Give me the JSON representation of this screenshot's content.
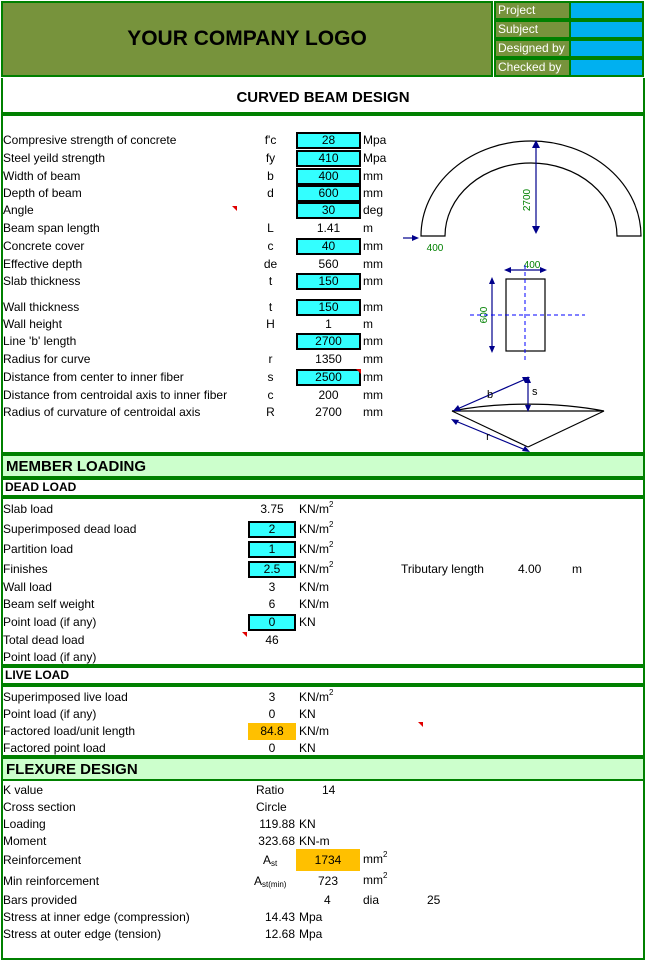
{
  "header": {
    "logo": "YOUR COMPANY LOGO",
    "meta": [
      {
        "label": "Project",
        "value": ""
      },
      {
        "label": "Subject",
        "value": ""
      },
      {
        "label": "Designed by",
        "value": ""
      },
      {
        "label": "Checked by",
        "value": ""
      }
    ],
    "title": "CURVED BEAM DESIGN"
  },
  "inputs": [
    {
      "label": "Compresive strength of concrete",
      "sym": "f'c",
      "value": "28",
      "unit": "Mpa",
      "editable": true
    },
    {
      "label": "Steel yeild strength",
      "sym": "fy",
      "value": "410",
      "unit": "Mpa",
      "editable": true
    },
    {
      "label": "Width of beam",
      "sym": "b",
      "value": "400",
      "unit": "mm",
      "editable": true
    },
    {
      "label": "Depth of beam",
      "sym": "d",
      "value": "600",
      "unit": "mm",
      "editable": true
    },
    {
      "label": "Angle",
      "sym": "",
      "value": "30",
      "unit": "deg",
      "editable": true
    },
    {
      "label": "Beam span length",
      "sym": "L",
      "value": "1.41",
      "unit": "m",
      "editable": false
    },
    {
      "label": "Concrete cover",
      "sym": "c",
      "value": "40",
      "unit": "mm",
      "editable": true
    },
    {
      "label": "Effective depth",
      "sym": "de",
      "value": "560",
      "unit": "mm",
      "editable": false
    },
    {
      "label": "Slab thickness",
      "sym": "t",
      "value": "150",
      "unit": "mm",
      "editable": true
    },
    {
      "label": "Wall thickness",
      "sym": "t",
      "value": "150",
      "unit": "mm",
      "editable": true
    },
    {
      "label": "Wall height",
      "sym": "H",
      "value": "1",
      "unit": "m",
      "editable": false
    },
    {
      "label": "Line 'b' length",
      "sym": "",
      "value": "2700",
      "unit": "mm",
      "editable": true
    },
    {
      "label": "Radius for curve",
      "sym": "r",
      "value": "1350",
      "unit": "mm",
      "editable": false
    },
    {
      "label": "Distance from center to inner fiber",
      "sym": "s",
      "value": "2500",
      "unit": "mm",
      "editable": true
    },
    {
      "label": "Distance from centroidal axis to inner fiber",
      "sym": "c",
      "value": "200",
      "unit": "mm",
      "editable": false
    },
    {
      "label": "Radius of curvature of centroidal axis",
      "sym": "R",
      "value": "2700",
      "unit": "mm",
      "editable": false
    }
  ],
  "diagram": {
    "arch_height": "2700",
    "arch_width": "400",
    "section_width": "400",
    "section_depth": "600",
    "seg_b": "b",
    "seg_s": "s",
    "seg_r": "r"
  },
  "member_loading": {
    "title": "MEMBER LOADING",
    "dead_title": "DEAD LOAD",
    "dead": [
      {
        "label": "Slab load",
        "value": "3.75",
        "unit": "KN/m",
        "sup": "2",
        "editable": false
      },
      {
        "label": "Superimposed dead load",
        "value": "2",
        "unit": "KN/m",
        "sup": "2",
        "editable": true
      },
      {
        "label": "Partition load",
        "value": "1",
        "unit": "KN/m",
        "sup": "2",
        "editable": true
      },
      {
        "label": "Finishes",
        "value": "2.5",
        "unit": "KN/m",
        "sup": "2",
        "editable": true
      },
      {
        "label": "Wall load",
        "value": "3",
        "unit": "KN/m",
        "sup": "",
        "editable": false
      },
      {
        "label": "Beam self weight",
        "value": "6",
        "unit": "KN/m",
        "sup": "",
        "editable": false
      },
      {
        "label": "Point load (if any)",
        "value": "0",
        "unit": "KN",
        "sup": "",
        "editable": true
      },
      {
        "label": "Total dead load",
        "value": "46",
        "unit": "",
        "sup": "",
        "editable": false
      },
      {
        "label": "Point load (if any)",
        "value": "",
        "unit": "",
        "sup": "",
        "editable": false
      }
    ],
    "tributary": {
      "label": "Tributary length",
      "value": "4.00",
      "unit": "m"
    },
    "live_title": "LIVE LOAD",
    "live": [
      {
        "label": "Superimposed live load",
        "value": "3",
        "unit": "KN/m",
        "sup": "2",
        "highlight": false
      },
      {
        "label": "Point load (if any)",
        "value": "0",
        "unit": "KN",
        "sup": "",
        "highlight": false
      },
      {
        "label": "Factored load/unit length",
        "value": "84.8",
        "unit": "KN/m",
        "sup": "",
        "highlight": true
      },
      {
        "label": "Factored point load",
        "value": "0",
        "unit": "KN",
        "sup": "",
        "highlight": false
      }
    ]
  },
  "flexure": {
    "title": "FLEXURE DESIGN",
    "k_label": "K value",
    "ratio_label": "Ratio",
    "ratio_value": "14",
    "cross_label": "Cross section",
    "cross_value": "Circle",
    "loading_label": "Loading",
    "loading_value": "119.88",
    "loading_unit": "KN",
    "moment_label": "Moment",
    "moment_value": "323.68",
    "moment_unit": "KN-m",
    "reinf_label": "Reinforcement",
    "reinf_sym": "A",
    "reinf_sym_sub": "st",
    "reinf_value": "1734",
    "reinf_unit": "mm",
    "reinf_unit_sup": "2",
    "minreinf_label": "Min reinforcement",
    "minreinf_sym": "A",
    "minreinf_sym_sub": "st(min)",
    "minreinf_value": "723",
    "minreinf_unit": "mm",
    "minreinf_unit_sup": "2",
    "bars_label": "Bars provided",
    "bars_value": "4",
    "dia_label": "dia",
    "dia_value": "25",
    "inner_label": "Stress at inner edge (compression)",
    "inner_value": "14.43",
    "inner_unit": "Mpa",
    "outer_label": "Stress at outer edge (tension)",
    "outer_value": "12.68",
    "outer_unit": "Mpa"
  }
}
